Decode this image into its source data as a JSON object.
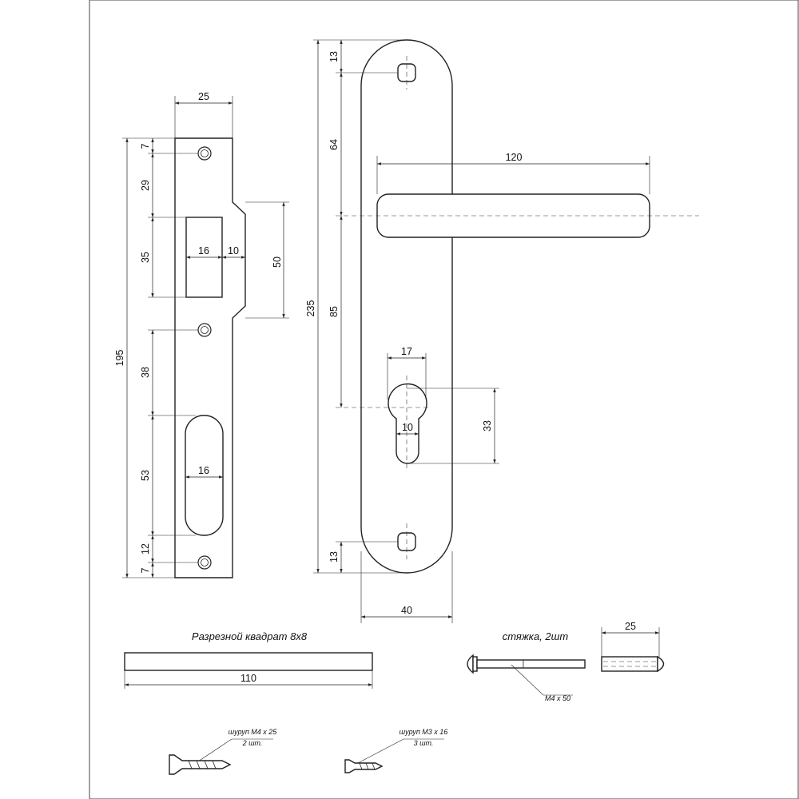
{
  "strike_plate": {
    "dims": {
      "width": "25",
      "hole_top_offset": "7",
      "to_latch_window": "29",
      "latch_window_height": "35",
      "latch_window_width": "16",
      "window_to_edge": "10",
      "tongue_height": "50",
      "to_slot": "38",
      "slot_height": "53",
      "slot_width": "16",
      "slot_to_hole": "12",
      "hole_bottom_offset": "7",
      "overall_height": "195"
    }
  },
  "escutcheon": {
    "dims": {
      "top_hole": "13",
      "hole_to_handle": "64",
      "handle_length": "120",
      "overall_height": "235",
      "handle_to_cylinder": "85",
      "cylinder_width": "17",
      "cylinder_pin": "10",
      "cylinder_height": "33",
      "bottom_hole": "13",
      "plate_width": "40"
    }
  },
  "spindle": {
    "caption": "Разрезной квадрат 8х8",
    "length": "110"
  },
  "tie_bolt": {
    "caption": "стяжка, 2шт",
    "thread_label": "M4 x 50",
    "sleeve_length": "25"
  },
  "screws": [
    {
      "label": "шуруп М4 х 25",
      "qty": "2 шт."
    },
    {
      "label": "шуруп М3 х 16",
      "qty": "3 шт."
    }
  ]
}
